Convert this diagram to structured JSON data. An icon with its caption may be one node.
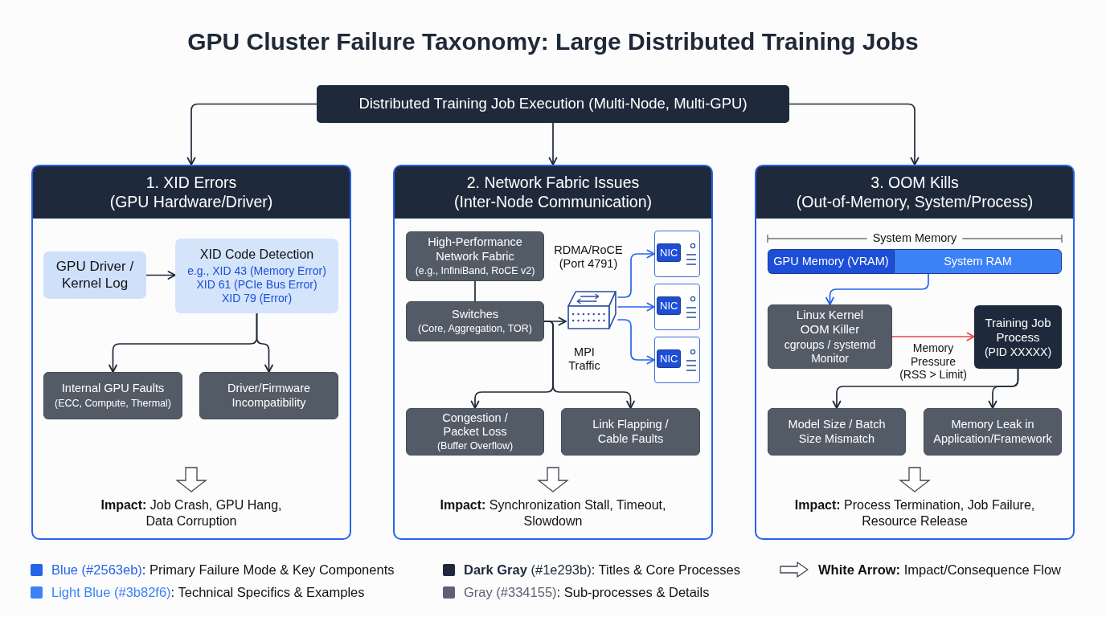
{
  "diagram": {
    "title": "GPU Cluster Failure Taxonomy: Large Distributed Training Jobs",
    "nodes": [
      {
        "text": [
          "Distributed Training Job Execution (Multi-Node, Multi-GPU)"
        ]
      },
      {
        "text": [
          "1. XID Errors",
          "(GPU Hardware/Driver)"
        ]
      },
      {
        "text": [
          "GPU Driver / Kernel Log"
        ],
        "in": 1
      },
      {
        "text": [
          "XID Code Detection",
          "e.g., XID 43 (Memory Error)",
          "XID 61 (PCIe Bus Error)",
          "XID 79 (Error)"
        ],
        "in": 1
      },
      {
        "text": [
          "Internal GPU Faults",
          "(ECC, Compute, Thermal)"
        ],
        "in": 1
      },
      {
        "text": [
          "Driver/Firmware Incompatibility"
        ],
        "in": 1
      },
      {
        "text": [
          "**Impact:** Job Crash, GPU Hang, Data Corruption"
        ],
        "in": 1
      },
      {
        "text": [
          "2. Network Fabric Issues",
          "(Inter-Node Communication)"
        ]
      },
      {
        "text": [
          "High-Performance Network Fabric",
          "(e.g., InfiniBand, RoCE v2)"
        ],
        "in": 7
      },
      {
        "text": [
          "Switches",
          "(Core, Aggregation, TOR)"
        ],
        "in": 7
      },
      {
        "text": [],
        "shape": "picture",
        "in": 7
      },
      {
        "text": [
          "NIC"
        ],
        "in": 7
      },
      {
        "text": [
          "NIC"
        ],
        "in": 7
      },
      {
        "text": [
          "NIC"
        ],
        "in": 7
      },
      {
        "text": [
          "Congestion / Packet Loss",
          "(Buffer Overflow)"
        ],
        "in": 7
      },
      {
        "text": [
          "Link Flapping / Cable Faults"
        ],
        "in": 7
      },
      {
        "text": [
          "**Impact:** Synchronization Stall, Timeout, Slowdown"
        ],
        "in": 7
      },
      {
        "text": [
          "3. OOM Kills",
          "(Out-of-Memory, System/Process)"
        ]
      },
      {
        "text": [
          "GPU Memory (VRAM)"
        ],
        "in": 17
      },
      {
        "text": [
          "System RAM"
        ],
        "in": 17
      },
      {
        "text": [
          "Linux Kernel OOM Killer",
          "cgroups / systemd Monitor"
        ],
        "in": 17
      },
      {
        "text": [
          "Training Job Process",
          "(PID XXXXX)"
        ],
        "in": 17
      },
      {
        "text": [
          "Model Size / Batch Size Mismatch"
        ],
        "in": 17
      },
      {
        "text": [
          "Memory Leak in Application/Framework"
        ],
        "in": 17
      },
      {
        "text": [
          "**Impact:** Process Termination, Job Failure, Resource Release"
        ],
        "in": 17
      }
    ],
    "edges": [
      {
        "from": 0,
        "to": 1,
        "arrow": "to"
      },
      {
        "from": 0,
        "to": 7,
        "arrow": "to"
      },
      {
        "from": 0,
        "to": 17,
        "arrow": "to"
      },
      {
        "from": 2,
        "to": 3,
        "arrow": "to"
      },
      {
        "from": 3,
        "to": 4,
        "arrow": "to"
      },
      {
        "from": 3,
        "to": 5,
        "arrow": "to"
      },
      {
        "from": null,
        "to": 6,
        "arrow": "to",
        "style": "thick"
      },
      {
        "from": 8,
        "to": 9,
        "arrow": "none"
      },
      {
        "from": 9,
        "to": 10,
        "arrow": "to"
      },
      {
        "from": 10,
        "to": 11,
        "arrow": "to",
        "color": "#2563eb"
      },
      {
        "from": 10,
        "to": 12,
        "arrow": "to",
        "color": "#2563eb"
      },
      {
        "from": 10,
        "to": 13,
        "arrow": "to",
        "color": "#2563eb"
      },
      {
        "from": 9,
        "to": 14,
        "arrow": "to"
      },
      {
        "from": 9,
        "to": 15,
        "arrow": "to"
      },
      {
        "from": null,
        "to": 16,
        "arrow": "to",
        "style": "thick"
      },
      {
        "from": 19,
        "to": 20,
        "arrow": "to",
        "color": "#2563eb"
      },
      {
        "from": 20,
        "to": 21,
        "arrow": "to",
        "color": "#ef4444",
        "label": "Memory Pressure (RSS > Limit)"
      },
      {
        "from": 21,
        "to": 22,
        "arrow": "to"
      },
      {
        "from": 21,
        "to": 23,
        "arrow": "to"
      },
      {
        "from": null,
        "to": 24,
        "arrow": "to",
        "style": "thick"
      }
    ],
    "labels": [
      "RDMA/RoCE (Port 4791)",
      "MPI Traffic",
      "System Memory"
    ],
    "legend": [
      {
        "text": "Blue (#2563eb): Primary Failure Mode & Key Components",
        "color": "#2563eb"
      },
      {
        "text": "Light Blue (#3b82f6): Technical Specifics & Examples",
        "color": "#3b82f6"
      },
      {
        "text": "**Dark Gray** (#1e293b): Titles & Core Processes",
        "color": "#1e293b"
      },
      {
        "text": "Gray (#334155): Sub-processes & Details",
        "color": "#5b6371"
      },
      {
        "text": "**White Arrow:** Impact/Consequence Flow"
      }
    ]
  }
}
